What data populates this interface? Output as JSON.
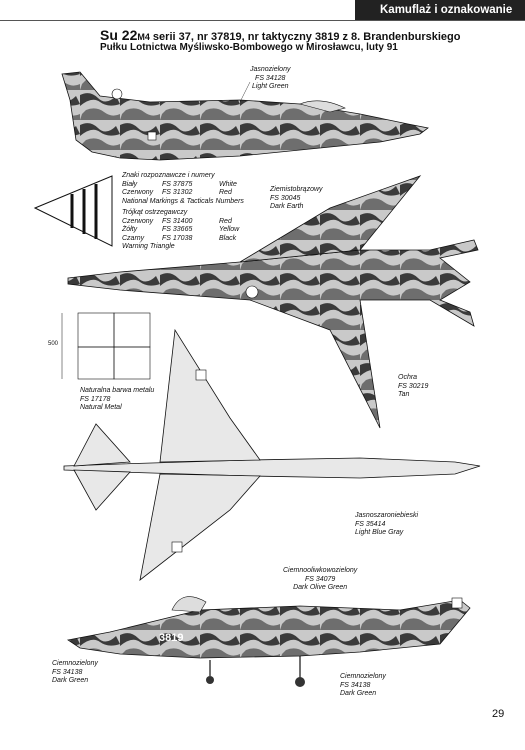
{
  "header": {
    "section": "Kamuflaż i oznakowanie"
  },
  "caption": {
    "model": "Su 22",
    "variant": "M4",
    "line1_rest": " serii 37, nr 37819, nr taktyczny 3819 z 8. Brandenburskiego",
    "line2": "Pułku Lotnictwa Myśliwsko-Bombowego w Mirosławcu, luty 91"
  },
  "labels": {
    "light_green": [
      "Jasnozielony",
      "FS 34128",
      "Light Green"
    ],
    "dark_earth": [
      "Ziemistobrązowy",
      "FS 30045",
      "Dark Earth"
    ],
    "tan": [
      "Ochra",
      "FS 30219",
      "Tan"
    ],
    "natural_metal": [
      "Naturalna barwa metalu",
      "FS 17178",
      "Natural Metal"
    ],
    "light_blue_gray": [
      "Jasnoszaroniebieski",
      "FS 35414",
      "Light Blue Gray"
    ],
    "dark_olive_green": [
      "Ciemnooliwkowozielony",
      "FS 34079",
      "Dark Olive Green"
    ],
    "dark_green_left": [
      "Ciemnozielony",
      "FS 34138",
      "Dark Green"
    ],
    "dark_green_right": [
      "Ciemnozielony",
      "FS 34138",
      "Dark Green"
    ]
  },
  "legend": {
    "markings_title": "Znaki rozpoznawcze i numery",
    "markings": [
      [
        "Biały",
        "FS 37875",
        "White"
      ],
      [
        "Czerwony",
        "FS 31302",
        "Red"
      ]
    ],
    "markings_en": "National  Markings & Tacticals Numbers",
    "triangle_title": "Trójkąt ostrzegawczy",
    "triangle": [
      [
        "Czerwony",
        "FS 31400",
        "Red"
      ],
      [
        "Żółty",
        "FS 33665",
        "Yellow"
      ],
      [
        "Czarny",
        "FS 17038",
        "Black"
      ]
    ],
    "triangle_en": "Warning Triangle"
  },
  "dimension": "500",
  "tactical_number": "3819",
  "page_number": "29",
  "colors": {
    "light_green": "#c9c9c9",
    "dark_green": "#3a3a3a",
    "earth": "#6e6e6e",
    "tan": "#a8a8a8",
    "metal": "#e8e8e8",
    "ink": "#111111"
  }
}
